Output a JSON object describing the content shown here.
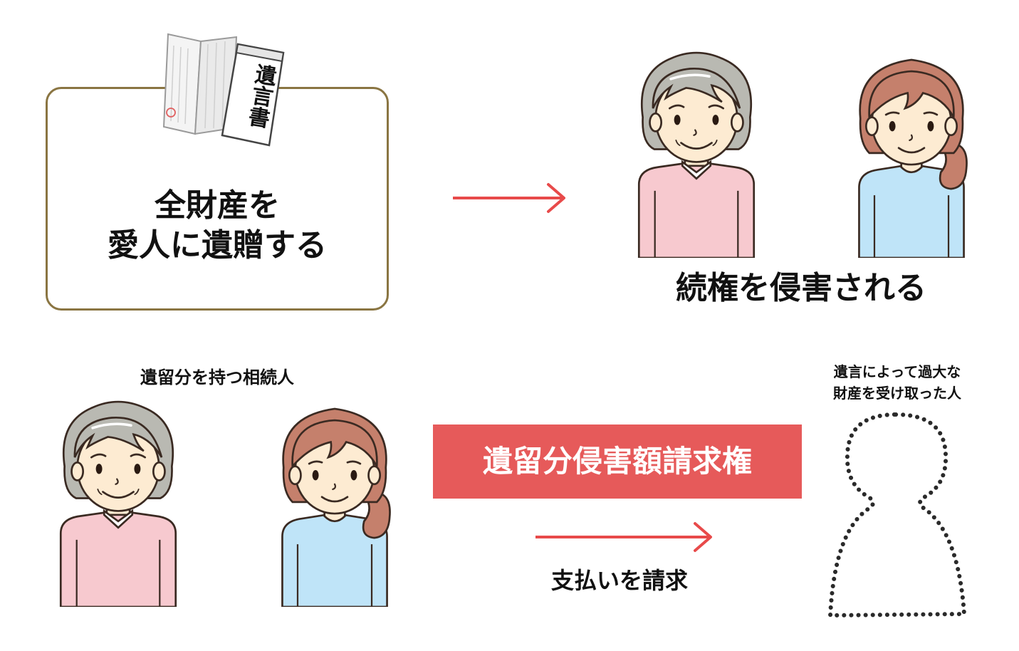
{
  "will_document": {
    "label": "遺言書"
  },
  "bequest_box": {
    "line1": "全財産を",
    "line2": "愛人に遺贈する"
  },
  "infringed_caption": "続権を侵害される",
  "heirs_caption": "遺留分を持つ相続人",
  "recipient_caption": {
    "line1": "遺言によって過大な",
    "line2": "財産を受け取った人"
  },
  "claim_right_banner": "遺留分侵害額請求権",
  "payment_caption": "支払いを請求",
  "colors": {
    "arrow": "#e84a4a",
    "banner": "#e65a5a",
    "box_border": "#8a7542",
    "pink_cardigan": "#f7c9cf",
    "blue_sweater": "#bfe4f8",
    "grey_hair": "#b9b9b2",
    "brown_hair": "#c5806c",
    "skin": "#fdebd2"
  },
  "icons": [
    "will-document-icon",
    "elderly-woman-icon",
    "young-woman-icon",
    "right-arrow-icon",
    "person-silhouette-icon"
  ]
}
